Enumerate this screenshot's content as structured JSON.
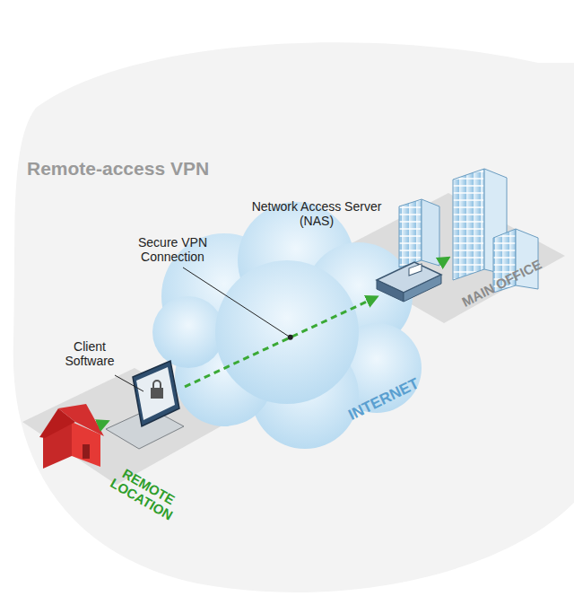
{
  "diagram": {
    "title": "Remote-access VPN",
    "nodes": [
      {
        "text": [
          "REMOTE LOCATION"
        ]
      },
      {
        "text": [
          "Client Software"
        ]
      },
      {
        "text": [
          "INTERNET"
        ]
      },
      {
        "text": [
          "Network Access Server (NAS)"
        ]
      },
      {
        "text": [
          "MAIN OFFICE"
        ]
      }
    ],
    "edges": [
      {
        "from": 0,
        "to": 1,
        "arrow": "to"
      },
      {
        "from": 1,
        "to": 3,
        "arrow": "to",
        "label": "Secure VPN Connection"
      },
      {
        "from": 3,
        "to": 4,
        "arrow": "to"
      }
    ]
  }
}
